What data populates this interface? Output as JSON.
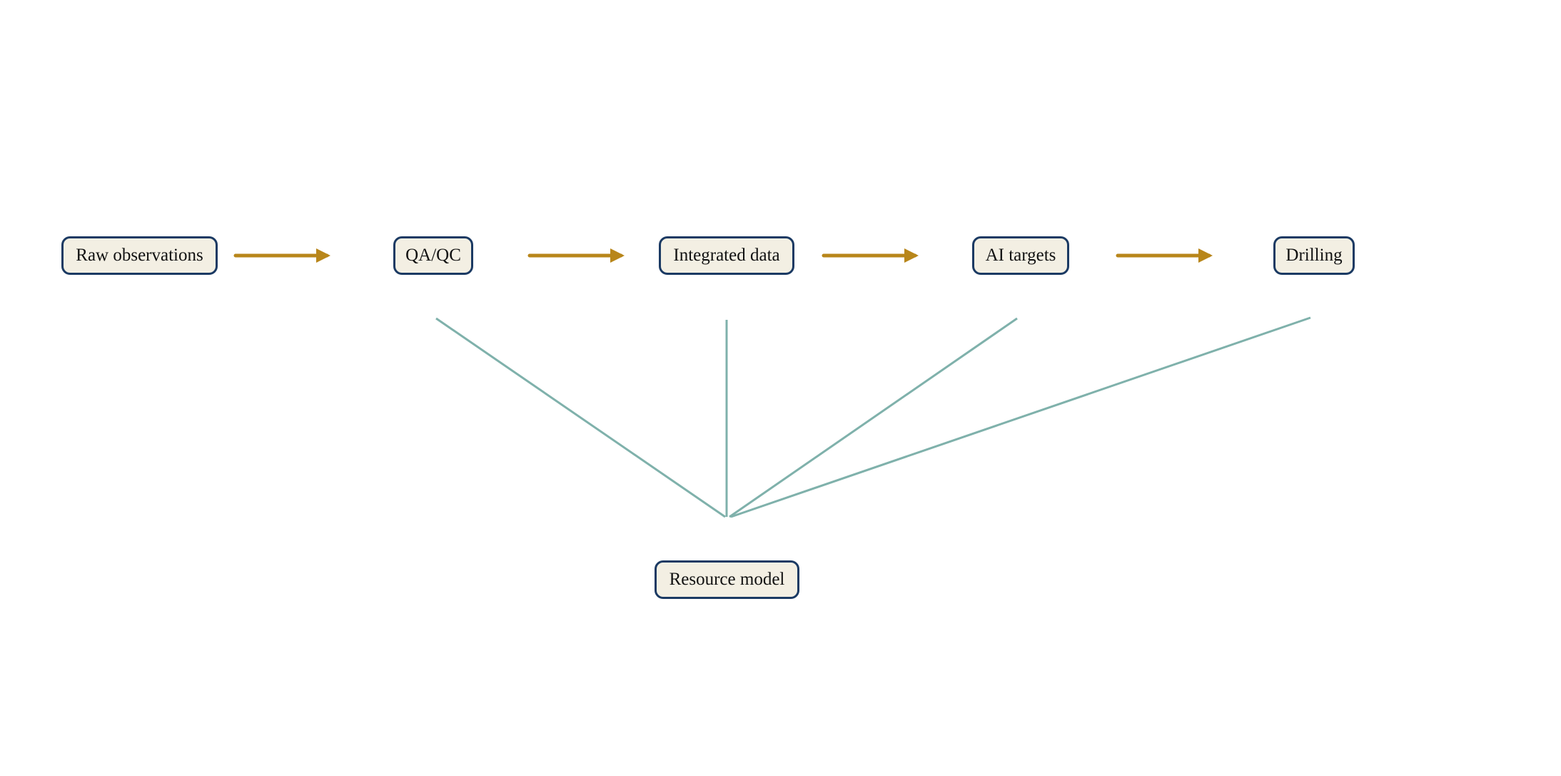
{
  "nodes": {
    "raw": {
      "label": "Raw observations"
    },
    "qaqc": {
      "label": "QA/QC"
    },
    "integrated": {
      "label": "Integrated data"
    },
    "ai": {
      "label": "AI targets"
    },
    "drilling": {
      "label": "Drilling"
    },
    "resource": {
      "label": "Resource model"
    }
  },
  "flow": [
    "raw",
    "qaqc",
    "integrated",
    "ai",
    "drilling"
  ],
  "feeds_into_resource_model": [
    "qaqc",
    "integrated",
    "ai",
    "drilling"
  ],
  "colors": {
    "node_border": "#1b3a63",
    "node_fill": "#f3efe3",
    "flow_arrow": "#b8861a",
    "feed_line": "#7fb1ab"
  }
}
